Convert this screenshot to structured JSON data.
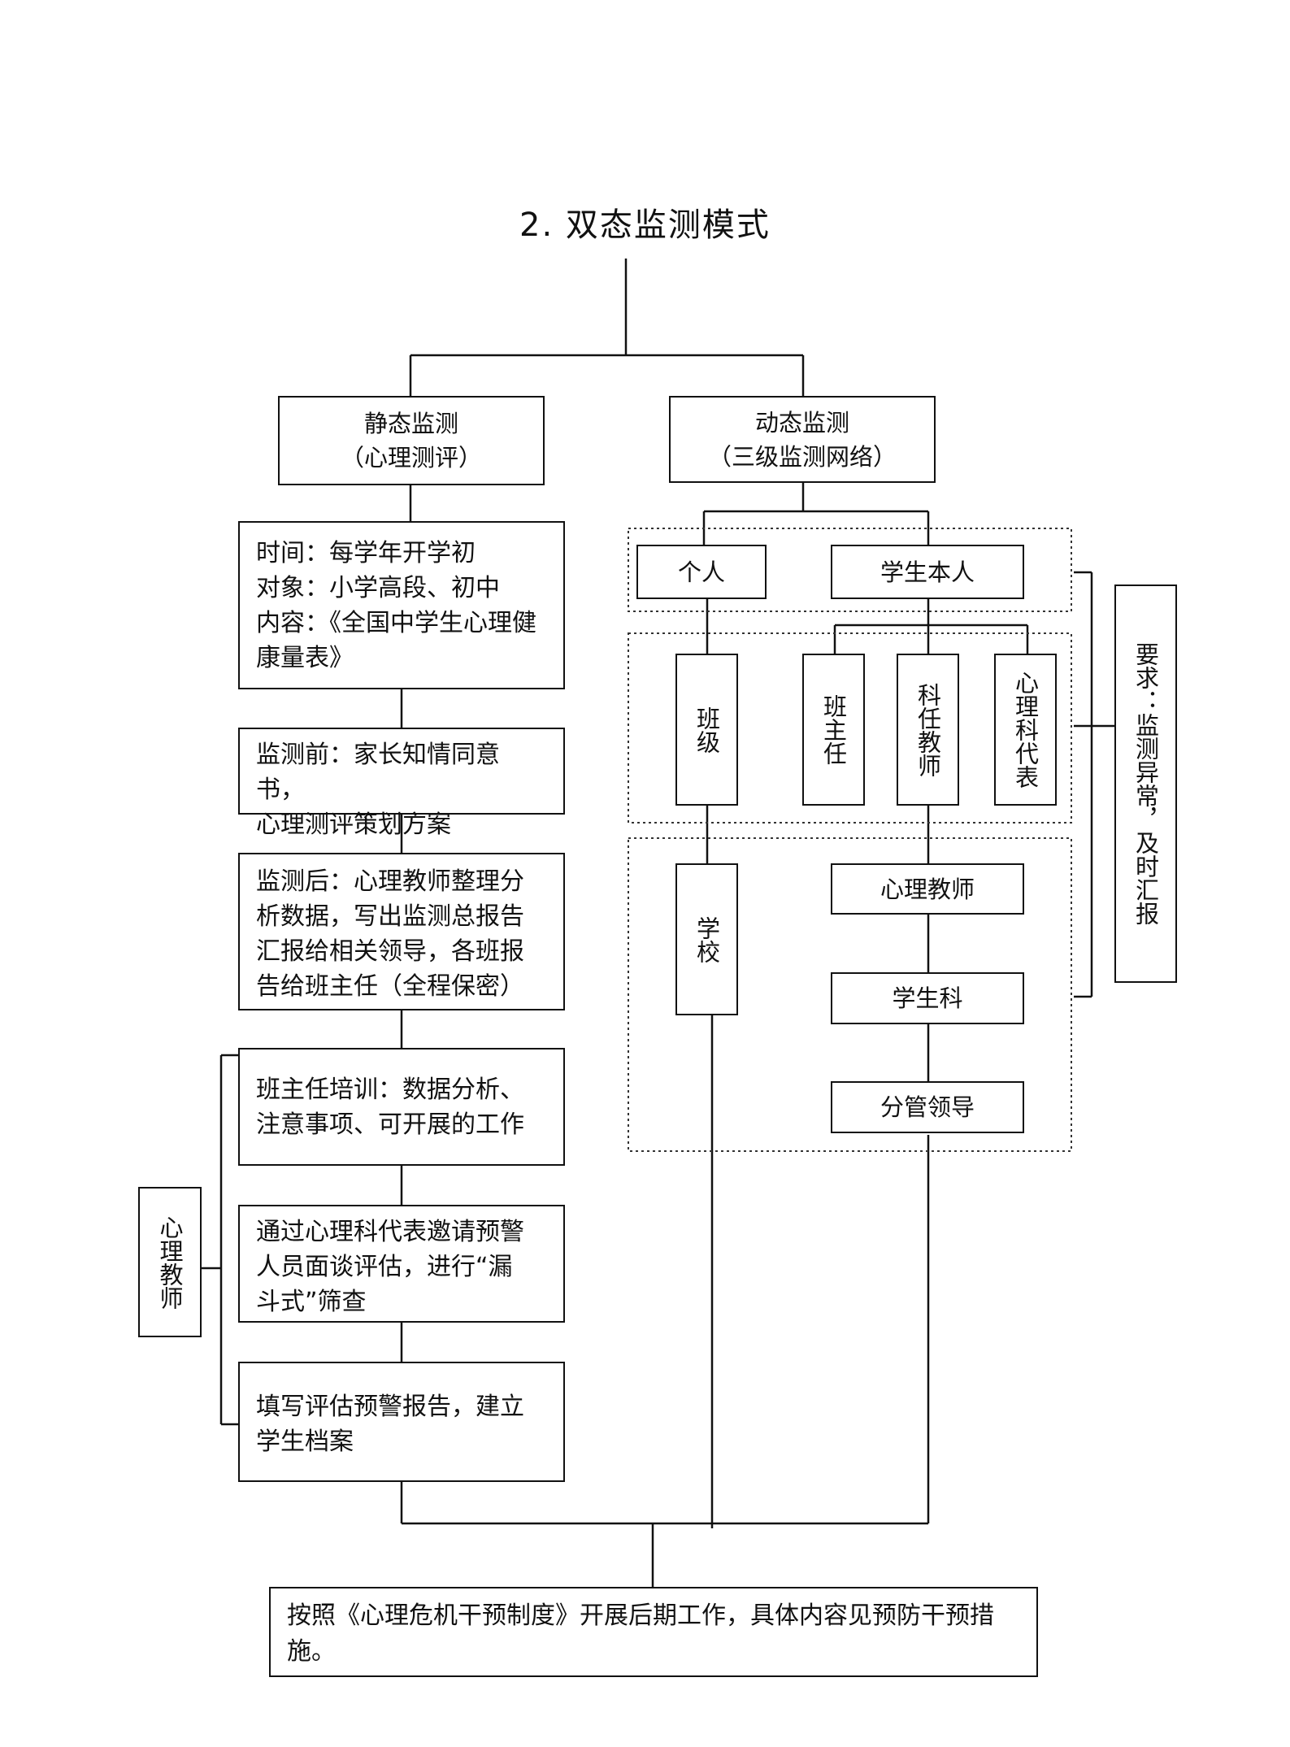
{
  "title": "2.  双态监测模式",
  "static": {
    "header": [
      "静态监测",
      "（心理测评）"
    ],
    "steps": [
      [
        "时间：每学年开学初",
        "对象：小学高段、初中",
        "内容：《全国中学生心理健",
        "康量表》"
      ],
      [
        "监测前：家长知情同意书，",
        "心理测评策划方案"
      ],
      [
        "监测后：心理教师整理分",
        "析数据，写出监测总报告",
        "汇报给相关领导，各班报",
        "告给班主任（全程保密）"
      ],
      [
        "班主任培训：数据分析、",
        "注意事项、可开展的工作"
      ],
      [
        "通过心理科代表邀请预警",
        "人员面谈评估，进行“漏",
        "斗式”筛查"
      ],
      [
        "填写评估预警报告，建立",
        "学生档案"
      ]
    ],
    "side_label": "心理教师"
  },
  "dynamic": {
    "header": [
      "动态监测",
      "（三级监测网络）"
    ],
    "level1": [
      "个人",
      "学生本人"
    ],
    "level2": [
      "班级",
      "班主任",
      "科任教师",
      "心理科代表"
    ],
    "level3_school": "学校",
    "level3_chain": [
      "心理教师",
      "学生科",
      "分管领导"
    ],
    "requirement": "要求：监测异常，及时汇报"
  },
  "final": "按照《心理危机干预制度》开展后期工作，具体内容见预防干预措施。"
}
